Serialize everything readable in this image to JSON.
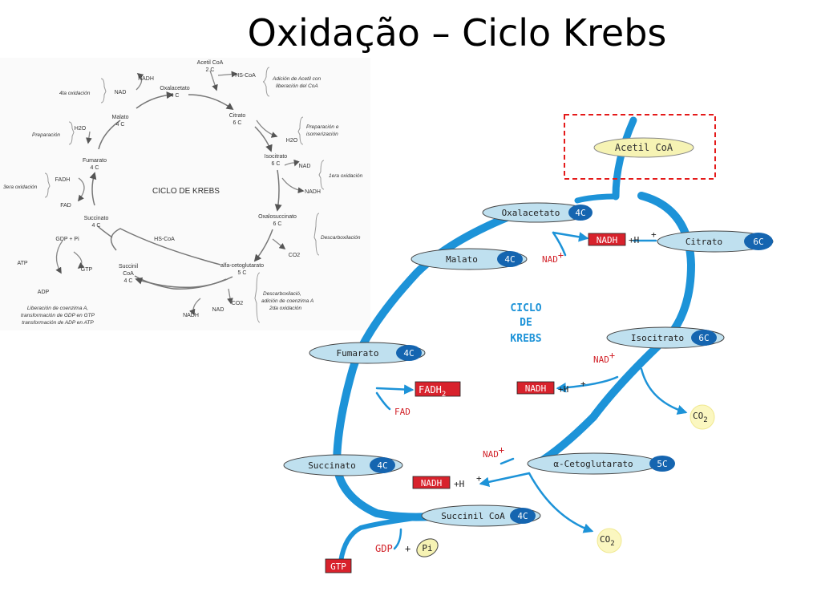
{
  "title": "Oxidação – Ciclo Krebs",
  "left_diagram": {
    "center_label": "CICLO DE KREBS",
    "acetil": [
      "Acetil CoA",
      "2 C"
    ],
    "hs_coa_top": "HS-CoA",
    "oxalacetato": [
      "Oxalacetato",
      "4 C"
    ],
    "citrato": [
      "Citrato",
      "6 C"
    ],
    "isocitrato": [
      "Isocitrato",
      "6 C"
    ],
    "oxalosuccinato": [
      "Oxalosuccinato",
      "6 C"
    ],
    "alfacetoglutarato": [
      "alfa-cetoglutarato",
      "5 C"
    ],
    "succinil": [
      "Succinil",
      "CoA",
      "4 C"
    ],
    "succinato": [
      "Succinato",
      "4 C"
    ],
    "fumarato": [
      "Fumarato",
      "4 C"
    ],
    "malato": [
      "Malato",
      "4 C"
    ],
    "nadh": "NADH",
    "nad": "NAD",
    "h2o": "H2O",
    "co2": "CO2",
    "fadh": "FADH",
    "fad": "FAD",
    "hs_coa_mid": "HS-CoA",
    "gdp_pi": "GDP + Pi",
    "gtp": "GTP",
    "atp": "ATP",
    "adp": "ADP",
    "notes": {
      "adicion": [
        "Adición de Acetil con",
        "liberación del CoA"
      ],
      "preparacion_iso": [
        "Preparación e",
        "isomerización"
      ],
      "primera": "1era oxidación",
      "descarbox": "Descarboxilación",
      "segunda": [
        "Descarboxilació,",
        "adición de coenzima A",
        "2da oxidación"
      ],
      "liberacion": [
        "Liberación de coenzima A,",
        "transformación de GDP en GTP",
        "transformación de ADP en ATP"
      ],
      "tercera": "3era oxidación",
      "preparacion": "Preparación",
      "cuarta": "4ta oxidación"
    }
  },
  "right_diagram": {
    "cycle_label": [
      "CICLO",
      "DE",
      "KREBS"
    ],
    "acetil": "Acetil CoA",
    "oxalacetato": {
      "name": "Oxalacetato",
      "carbons": "4C"
    },
    "citrato": {
      "name": "Citrato",
      "carbons": "6C"
    },
    "isocitrato": {
      "name": "Isocitrato",
      "carbons": "6C"
    },
    "cetoglutarato": {
      "name": "α-Cetoglutarato",
      "carbons": "5C"
    },
    "succinil": {
      "name": "Succinil CoA",
      "carbons": "4C"
    },
    "succinato": {
      "name": "Succinato",
      "carbons": "4C"
    },
    "fumarato": {
      "name": "Fumarato",
      "carbons": "4C"
    },
    "malato": {
      "name": "Malato",
      "carbons": "4C"
    },
    "nadh": "NADH",
    "plus_h": "+H",
    "plus": "+",
    "nad": "NAD",
    "co2": "CO",
    "sub2": "2",
    "fadh": "FADH",
    "fad": "FAD",
    "gdp": "GDP",
    "pi": "Pi",
    "gtp": "GTP"
  },
  "colors": {
    "flow_blue": "#1d93d8",
    "node_fill": "#bfe0ef",
    "badge_blue": "#1565b0",
    "nadh_red": "#d8222c",
    "co2_yellow": "#fbf7c0",
    "acetil_fill": "#f6f3b4",
    "highlight_red": "#e41a1a",
    "label_red": "#d2232a"
  }
}
